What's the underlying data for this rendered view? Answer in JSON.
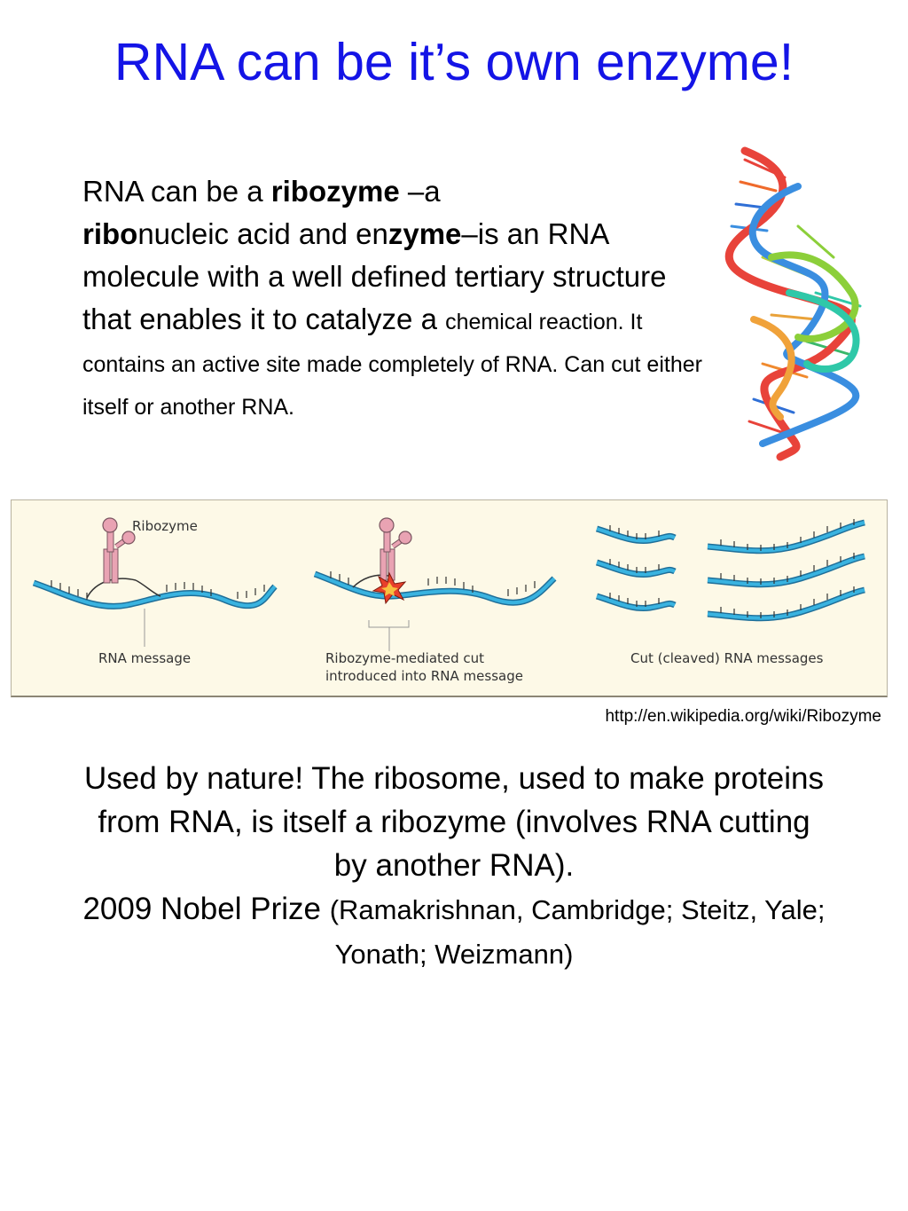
{
  "title": "RNA can be it’s own enzyme!",
  "intro": {
    "t1": "RNA can be a ",
    "ribozyme": "ribozyme",
    "t2": " –a ",
    "ribo": "ribo",
    "t3": "nucleic acid and en",
    "zyme": "zyme",
    "t4": "–is an RNA molecule with a well defined tertiary structure that enables it to catalyze a ",
    "t5": "chemical reaction. It contains an active site made completely of RNA. Can cut either itself or another RNA."
  },
  "diagram": {
    "label_ribozyme": "Ribozyme",
    "label_rna_message": "RNA message",
    "label_cut_1": "Ribozyme-mediated cut",
    "label_cut_2": "introduced into RNA message",
    "label_cleaved": "Cut (cleaved) RNA messages",
    "colors": {
      "strand": "#1fa2d6",
      "ribozyme": "#e9a3b3",
      "background": "#fdf9e7",
      "burst": "#e8402b"
    }
  },
  "source_url": "http://en.wikipedia.org/wiki/Ribozyme",
  "closing": {
    "line1": "Used by nature! The ribosome, used to make proteins from RNA, is itself a ribozyme (involves RNA cutting by another RNA).",
    "prize": "2009 Nobel Prize ",
    "laureates": "(Ramakrishnan, Cambridge; Steitz, Yale; Yonath; Weizmann)"
  },
  "icons": {
    "helix": "rna-helix-icon"
  },
  "accent_color": "#1414e6"
}
